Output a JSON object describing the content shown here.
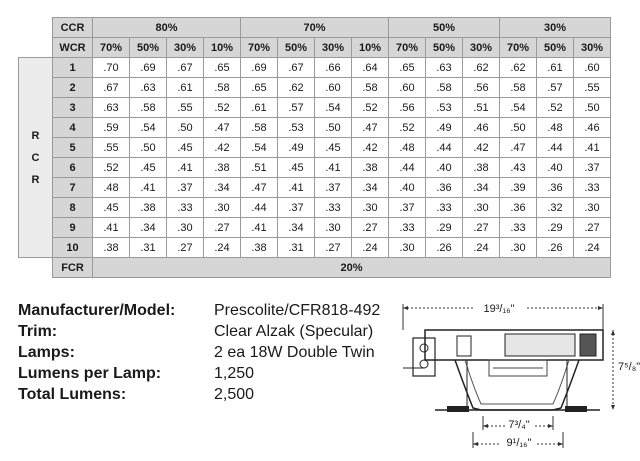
{
  "table": {
    "ccr_label": "CCR",
    "wcr_label": "WCR",
    "fcr_label": "FCR",
    "rcr_letters": [
      "R",
      "C",
      "R"
    ],
    "ccr_groups": [
      "80%",
      "70%",
      "50%",
      "30%"
    ],
    "wcr_headers": [
      "70%",
      "50%",
      "30%",
      "10%",
      "70%",
      "50%",
      "30%",
      "10%",
      "70%",
      "50%",
      "30%",
      "70%",
      "50%",
      "30%"
    ],
    "rows": [
      {
        "rcr": "1",
        "vals": [
          ".70",
          ".69",
          ".67",
          ".65",
          ".69",
          ".67",
          ".66",
          ".64",
          ".65",
          ".63",
          ".62",
          ".62",
          ".61",
          ".60"
        ]
      },
      {
        "rcr": "2",
        "vals": [
          ".67",
          ".63",
          ".61",
          ".58",
          ".65",
          ".62",
          ".60",
          ".58",
          ".60",
          ".58",
          ".56",
          ".58",
          ".57",
          ".55"
        ]
      },
      {
        "rcr": "3",
        "vals": [
          ".63",
          ".58",
          ".55",
          ".52",
          ".61",
          ".57",
          ".54",
          ".52",
          ".56",
          ".53",
          ".51",
          ".54",
          ".52",
          ".50"
        ]
      },
      {
        "rcr": "4",
        "vals": [
          ".59",
          ".54",
          ".50",
          ".47",
          ".58",
          ".53",
          ".50",
          ".47",
          ".52",
          ".49",
          ".46",
          ".50",
          ".48",
          ".46"
        ]
      },
      {
        "rcr": "5",
        "vals": [
          ".55",
          ".50",
          ".45",
          ".42",
          ".54",
          ".49",
          ".45",
          ".42",
          ".48",
          ".44",
          ".42",
          ".47",
          ".44",
          ".41"
        ]
      },
      {
        "rcr": "6",
        "vals": [
          ".52",
          ".45",
          ".41",
          ".38",
          ".51",
          ".45",
          ".41",
          ".38",
          ".44",
          ".40",
          ".38",
          ".43",
          ".40",
          ".37"
        ]
      },
      {
        "rcr": "7",
        "vals": [
          ".48",
          ".41",
          ".37",
          ".34",
          ".47",
          ".41",
          ".37",
          ".34",
          ".40",
          ".36",
          ".34",
          ".39",
          ".36",
          ".33"
        ]
      },
      {
        "rcr": "8",
        "vals": [
          ".45",
          ".38",
          ".33",
          ".30",
          ".44",
          ".37",
          ".33",
          ".30",
          ".37",
          ".33",
          ".30",
          ".36",
          ".32",
          ".30"
        ]
      },
      {
        "rcr": "9",
        "vals": [
          ".41",
          ".34",
          ".30",
          ".27",
          ".41",
          ".34",
          ".30",
          ".27",
          ".33",
          ".29",
          ".27",
          ".33",
          ".29",
          ".27"
        ]
      },
      {
        "rcr": "10",
        "vals": [
          ".38",
          ".31",
          ".27",
          ".24",
          ".38",
          ".31",
          ".27",
          ".24",
          ".30",
          ".26",
          ".24",
          ".30",
          ".26",
          ".24"
        ]
      }
    ],
    "fcr_value": "20%"
  },
  "specs": [
    {
      "label": "Manufacturer/Model:",
      "value": "Prescolite/CFR818-492"
    },
    {
      "label": "Trim:",
      "value": "Clear Alzak (Specular)"
    },
    {
      "label": "Lamps:",
      "value": "2 ea 18W Double Twin"
    },
    {
      "label": "Lumens per Lamp:",
      "value": "1,250"
    },
    {
      "label": "Total Lumens:",
      "value": "2,500"
    }
  ],
  "diagram": {
    "width_label": "19³/₁₆\"",
    "height_label": "7⁵/₈\"",
    "aperture_label": "7³/₄\"",
    "trim_label": "9¹/₁₆\""
  }
}
